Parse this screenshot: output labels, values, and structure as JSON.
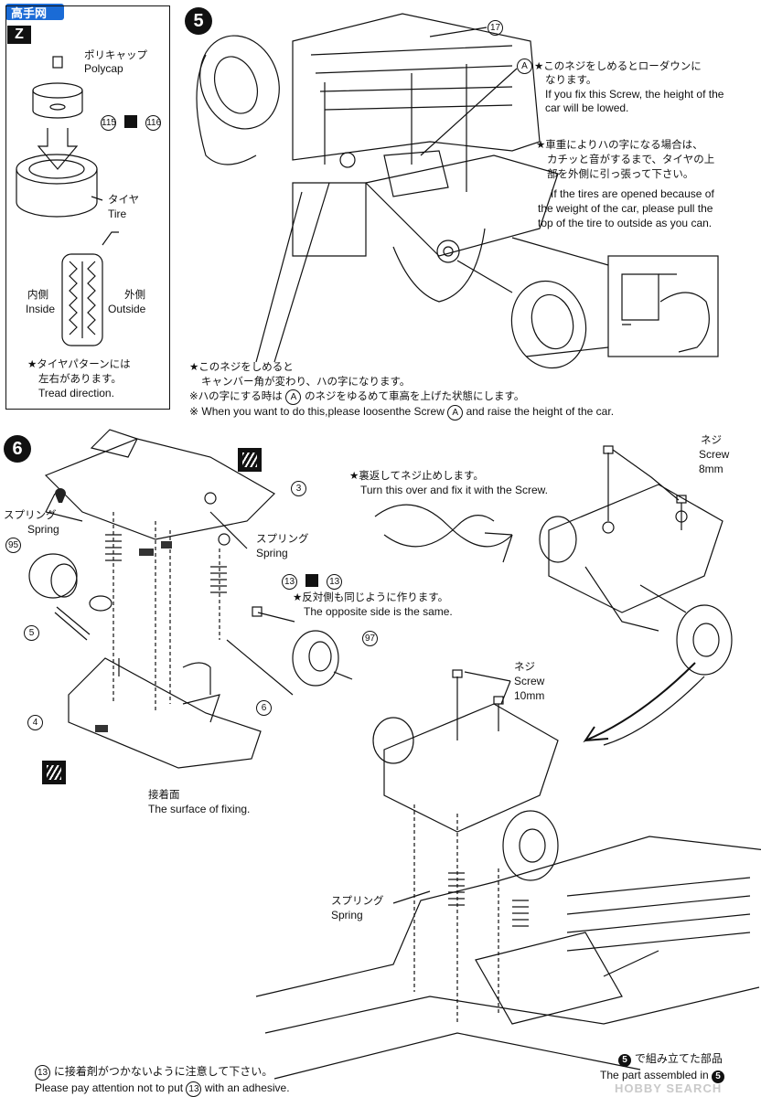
{
  "logo": {
    "text": "高手网"
  },
  "inset": {
    "polycap_jp": "ポリキャップ",
    "polycap_en": "Polycap",
    "part_a": "115",
    "part_b": "116",
    "tire_jp": "タイヤ",
    "tire_en": "Tire",
    "inside_jp": "内側",
    "inside_en": "Inside",
    "outside_jp": "外側",
    "outside_en": "Outside",
    "tread_jp1": "★タイヤパターンには",
    "tread_jp2": "左右があります。",
    "tread_en": "Tread direction."
  },
  "step5": {
    "num": "5",
    "part17": "17",
    "noteA_mark": "A",
    "noteA_jp1": "★このネジをしめるとローダウンに",
    "noteA_jp2": "なります。",
    "noteA_en1": "If you fix this Screw, the height of the",
    "noteA_en2": "car will be lowed.",
    "noteB_jp1": "★車重によりハの字になる場合は、",
    "noteB_jp2": "カチッと音がするまで、タイヤの上",
    "noteB_jp3": "部を外側に引っ張って下さい。",
    "noteB_en1": "If the tires are opened because of",
    "noteB_en2": "the weight of the car, please pull the",
    "noteB_en3": "top of the tire to outside as you can.",
    "noteC_jp1": "★このネジをしめると",
    "noteC_jp2": "キャンバー角が変わり、ハの字になります。",
    "noteC_jp3a": "※ハの字にする時は",
    "noteC_jp3b": "のネジをゆるめて車高を上げた状態にします。",
    "noteC_en_a": "※ When you want to do this,please loosenthe Screw",
    "noteC_en_b": "and raise the height of the car."
  },
  "step6": {
    "num": "6",
    "spring_jp": "スプリング",
    "spring_en": "Spring",
    "p95": "95",
    "p5": "5",
    "p4": "4",
    "p3": "3",
    "p6": "6",
    "p13": "13",
    "p97": "97",
    "opp_jp": "★反対側も同じように作ります。",
    "opp_en": "The opposite side is the same.",
    "turn_jp": "★裏返してネジ止めします。",
    "turn_en": "Turn this over and fix it with the Screw.",
    "screw_jp": "ネジ",
    "screw_en": "Screw",
    "screw8": "8mm",
    "screw10": "10mm",
    "fix_jp": "接着面",
    "fix_en": "The surface of fixing.",
    "spring2_jp": "スプリング",
    "spring2_en": "Spring"
  },
  "footer": {
    "warn_num": "13",
    "warn_jp": "に接着剤がつかないように注意して下さい。",
    "warn_en_a": "Please pay attention not to put",
    "warn_en_b": "with an adhesive.",
    "asm_num": "5",
    "asm_jp": "で組み立てた部品",
    "asm_en": "The part assembled in",
    "watermark": "HOBBY SEARCH"
  }
}
